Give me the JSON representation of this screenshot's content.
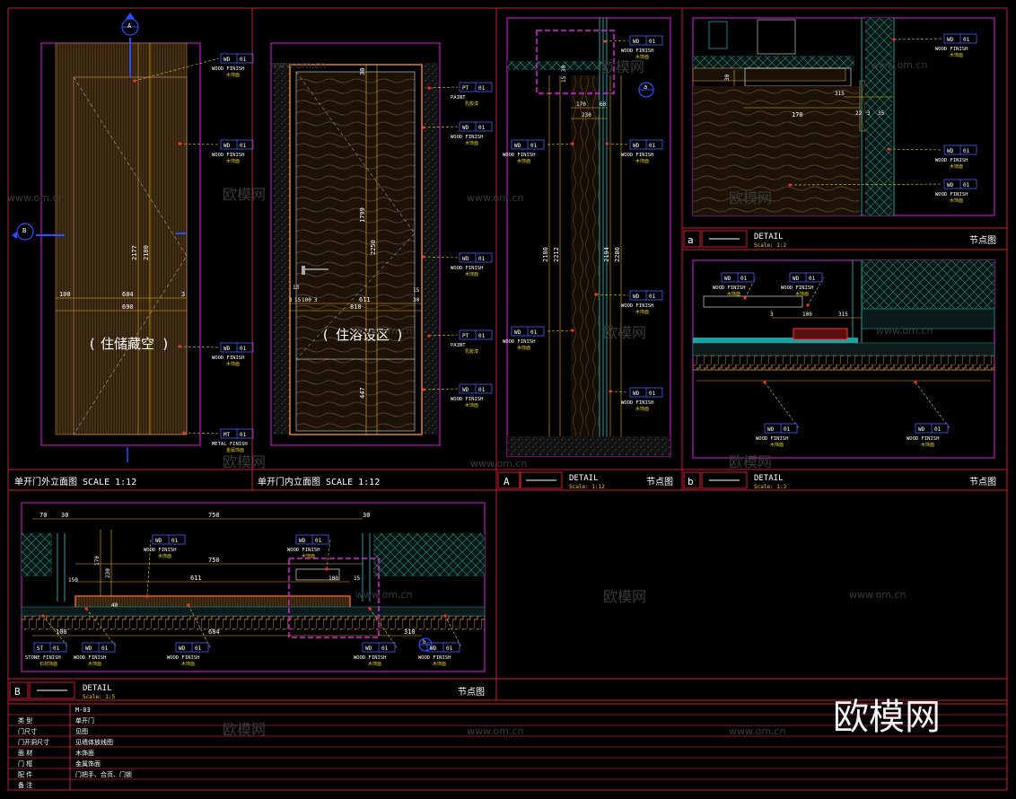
{
  "colors": {
    "background": "#000000",
    "frame": "#c81e32",
    "panel_border": "#e020e0",
    "dimension": "#f0b400",
    "tag_box": "#4060ff",
    "leader": "#e8d020",
    "arrow_dot": "#ff3030",
    "panel_fill": "#2a1a08",
    "glass_hatch": "#20a0a0",
    "symbol_blue": "#2850ff",
    "text": "#ffffff",
    "scale_text": "#f0d020"
  },
  "watermark": {
    "url_text": "www.om.cn",
    "brand_text": "欧模网",
    "logo_text": "欧模网"
  },
  "panels": {
    "exterior_elevation": {
      "title": "单开门外立面图  SCALE 1:12",
      "section_marker_top": "A",
      "section_marker_left": "B",
      "zone_label": "住储藏空",
      "dims": {
        "w_left": "100",
        "w_mid": "684",
        "w_right": "3",
        "w_total": "690",
        "h1": "2177",
        "h2": "2180"
      },
      "tags": [
        {
          "code": "WD",
          "num": "01",
          "text": "WOOD FINISH",
          "sub": "木饰面"
        },
        {
          "code": "WD",
          "num": "01",
          "text": "WOOD FINISH",
          "sub": "木饰面"
        },
        {
          "code": "WD",
          "num": "01",
          "text": "WOOD FINISH",
          "sub": "木饰面"
        },
        {
          "code": "MT",
          "num": "01",
          "text": "METAL FINISH",
          "sub": "金属饰面"
        }
      ]
    },
    "interior_elevation": {
      "title": "单开门内立面图  SCALE 1:12",
      "zone_label": "住浴设区",
      "dims": {
        "top": "30",
        "h1": "1799",
        "h2": "2250",
        "h3": "447",
        "w_left": "3",
        "w_a": "15",
        "w_b": "100",
        "w_c": "3",
        "w_mid": "611",
        "w_total": "810",
        "w_right": "15",
        "w_r2": "30",
        "side": "13"
      },
      "tags": [
        {
          "code": "PT",
          "num": "01",
          "text": "PAINT",
          "sub": "乳胶漆"
        },
        {
          "code": "WD",
          "num": "01",
          "text": "WOOD FINISH",
          "sub": "木饰面"
        },
        {
          "code": "WD",
          "num": "01",
          "text": "WOOD FINISH",
          "sub": "木饰面"
        },
        {
          "code": "PT",
          "num": "01",
          "text": "PAINT",
          "sub": "乳胶漆"
        },
        {
          "code": "WD",
          "num": "01",
          "text": "WOOD FINISH",
          "sub": "木饰面"
        }
      ]
    },
    "detail_A": {
      "letter": "A",
      "title": "DETAIL",
      "scale": "Scale: 1:12",
      "cn_title": "节点图",
      "ref_marker": "a",
      "dims": {
        "d15": "15",
        "d30": "30",
        "d170": "170",
        "d60": "60",
        "d230": "230",
        "h1": "2180",
        "h2": "2212",
        "h3": "2194",
        "h4": "2200"
      },
      "tags": [
        {
          "code": "WD",
          "num": "01",
          "text": "WOOD FINISH",
          "sub": "木饰面"
        },
        {
          "code": "WD",
          "num": "01",
          "text": "WOOD FINISH",
          "sub": "木饰面"
        },
        {
          "code": "WD",
          "num": "01",
          "text": "WOOD FINISH",
          "sub": "木饰面"
        },
        {
          "code": "WD",
          "num": "01",
          "text": "WOOD FINISH",
          "sub": "木饰面"
        },
        {
          "code": "WD",
          "num": "01",
          "text": "WOOD FINISH",
          "sub": "木饰面"
        },
        {
          "code": "WD",
          "num": "01",
          "text": "WOOD FINISH",
          "sub": "木饰面"
        }
      ]
    },
    "detail_a": {
      "letter": "a",
      "title": "DETAIL",
      "scale": "Scale: 1:2",
      "cn_title": "节点图",
      "dims": {
        "d30": "30",
        "d170": "170",
        "d315": "315",
        "d22": "22",
        "d3": "3",
        "d35": "35"
      },
      "tags": [
        {
          "code": "WD",
          "num": "01",
          "text": "WOOD FINISH",
          "sub": "木饰面"
        },
        {
          "code": "WD",
          "num": "01",
          "text": "WOOD FINISH",
          "sub": "木饰面"
        },
        {
          "code": "WD",
          "num": "01",
          "text": "WOOD FINISH",
          "sub": "木饰面"
        }
      ]
    },
    "detail_b": {
      "letter": "b",
      "title": "DETAIL",
      "scale": "Scale: 1:3",
      "cn_title": "节点图",
      "dims": {
        "d3": "3",
        "d100": "100",
        "d315": "315"
      },
      "tags": [
        {
          "code": "WD",
          "num": "01",
          "text": "WOOD FINISH",
          "sub": "木饰面"
        },
        {
          "code": "WD",
          "num": "01",
          "text": "WOOD FINISH",
          "sub": "木饰面"
        },
        {
          "code": "WD",
          "num": "01",
          "text": "WOOD FINISH",
          "sub": "木饰面"
        },
        {
          "code": "WD",
          "num": "01",
          "text": "WOOD FINISH",
          "sub": "木饰面"
        }
      ]
    },
    "detail_B": {
      "letter": "B",
      "title": "DETAIL",
      "scale": "Scale: 1:5",
      "cn_title": "节点图",
      "ref_marker": "b",
      "dims": {
        "d70": "70",
        "d30a": "30",
        "d750a": "750",
        "d30b": "30",
        "d170": "170",
        "d230": "230",
        "d750b": "750",
        "d611": "611",
        "d100a": "100",
        "d15": "15",
        "d150": "150",
        "d40": "40",
        "d100b": "100",
        "d684": "684",
        "d310": "310"
      },
      "tags": [
        {
          "code": "WD",
          "num": "01",
          "text": "WOOD FINISH",
          "sub": "木饰面"
        },
        {
          "code": "WD",
          "num": "01",
          "text": "WOOD FINISH",
          "sub": "木饰面"
        },
        {
          "code": "ST",
          "num": "01",
          "text": "STONE FINISH",
          "sub": "石材饰面"
        },
        {
          "code": "WD",
          "num": "01",
          "text": "WOOD FINISH",
          "sub": "木饰面"
        },
        {
          "code": "WD",
          "num": "01",
          "text": "WOOD FINISH",
          "sub": "木饰面"
        },
        {
          "code": "WD",
          "num": "01",
          "text": "WOOD FINISH",
          "sub": "木饰面"
        },
        {
          "code": "WD",
          "num": "01",
          "text": "WOOD FINISH",
          "sub": "木饰面"
        }
      ]
    }
  },
  "spec_table": {
    "code": "M-03",
    "rows": [
      {
        "label": "类  型",
        "value": "单开门"
      },
      {
        "label": "门尺寸",
        "value": "见图"
      },
      {
        "label": "门开洞尺寸",
        "value": "见墙体放线图"
      },
      {
        "label": "面  材",
        "value": "木饰面"
      },
      {
        "label": "门  框",
        "value": "金属饰面"
      },
      {
        "label": "配  件",
        "value": "门把手、合页、门锁"
      },
      {
        "label": "备  注",
        "value": ""
      }
    ]
  }
}
